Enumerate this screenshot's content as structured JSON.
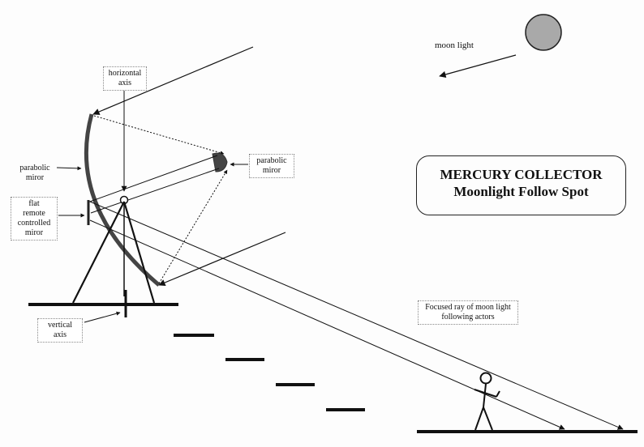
{
  "title": {
    "line1": "MERCURY COLLECTOR",
    "line2": "Moonlight Follow Spot"
  },
  "labels": {
    "moon_light": "moon light",
    "horizontal_axis": [
      "horizontal",
      "axis"
    ],
    "parabolic_mirror_left": [
      "parabolic",
      "miror"
    ],
    "parabolic_mirror_right": [
      "parabolic",
      "miror"
    ],
    "flat_mirror": [
      "flat",
      "remote",
      "controlled",
      "miror"
    ],
    "vertical_axis": [
      "vertical",
      "axis"
    ],
    "focused_ray": [
      "Focused  ray of moon light",
      "following actors"
    ]
  }
}
